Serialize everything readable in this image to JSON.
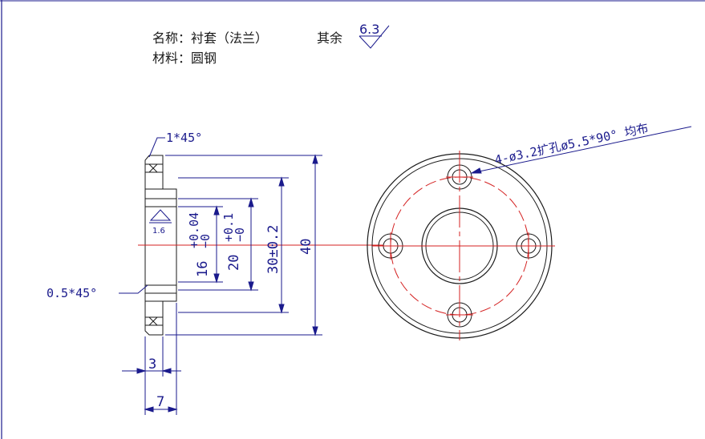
{
  "title": {
    "name_label": "名称：衬套（法兰）",
    "rest_label": "其余",
    "rest_roughness": "6.3",
    "material_label": "材料：圆钢"
  },
  "annotations": {
    "chamfer_top": "1*45°",
    "chamfer_bottom": "0.5*45°",
    "roughness_bore": "1.6",
    "hole_note": "4-ø3.2扩孔ø5.5*90° 均布"
  },
  "dimensions": {
    "width_3": "3",
    "width_7": "7",
    "d16": "16",
    "d16_upper": "+0.04",
    "d16_lower": "−0",
    "d20": "20",
    "d20_upper": "+0.1",
    "d20_lower": "−0",
    "d30": "30±0.2",
    "d40": "40"
  },
  "colors": {
    "outline": "#1a1a1a",
    "dimension": "#1a1a8c",
    "centerline": "#d42020",
    "background": "#ffffff"
  }
}
